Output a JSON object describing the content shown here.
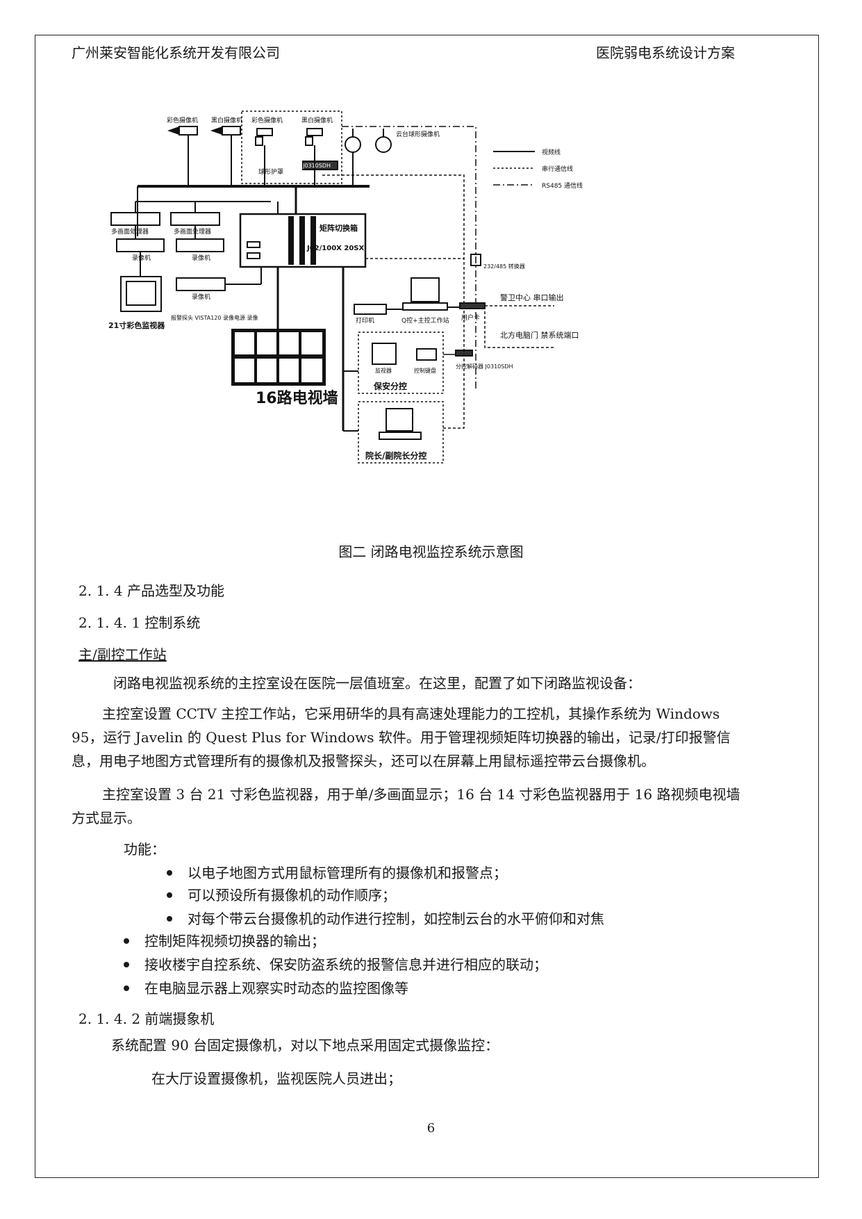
{
  "header": {
    "company": "广州莱安智能化系统开发有限公司",
    "doc_title": "医院弱电系统设计方案"
  },
  "figure": {
    "caption": "图二   闭路电视监控系统示意图",
    "labels": {
      "cam1": "彩色摄像机",
      "cam2": "黑白摄像机",
      "cam3": "彩色摄像机",
      "cam4": "黑白摄像机",
      "ptz_cam": "云台球形摄像机",
      "dome_group": "球形护罩",
      "decoder": "J0310SDH",
      "legend_video": "视频线",
      "legend_serial": "串行通信线",
      "legend_rs485": "RS485 通信线",
      "multiplexer1": "多画面处理器",
      "multiplexer2": "多画面处理器",
      "vcr1": "录像机",
      "vcr2": "录像机",
      "matrix_title": "矩阵切换箱",
      "matrix_model": "J02/100X 20SX",
      "vcr3": "录像机",
      "alarm_in": "报警探头 VISTA120 录像电源 录像",
      "monitor21": "21寸彩色监视器",
      "converter": "232/485 转换器",
      "guard_center": "警卫中心 串口输出",
      "north_door": "北方电脑门 禁系统端口",
      "printer": "打印机",
      "workstation": "Q控+主控工作站",
      "user_port": "用户卡",
      "security_sub": "保安分控",
      "monitor_s": "监视器",
      "keyboard": "控制键盘",
      "decoder2": "分控解码器 J0310SDH",
      "tvwall": "16路电视墙",
      "director_sub": "院长/副院长分控"
    }
  },
  "sections": {
    "s214": "2. 1. 4   产品选型及功能",
    "s2141": "2. 1. 4. 1   控制系统",
    "sub_heading": "主/副控工作站",
    "p1": "闭路电视监视系统的主控室设在医院一层值班室。在这里，配置了如下闭路监视设备：",
    "p2": "主控室设置 CCTV 主控工作站，它采用研华的具有高速处理能力的工控机，其操作系统为 Windows 95，运行 Javelin 的 Quest Plus for Windows 软件。用于管理视频矩阵切换器的输出，记录/打印报警信息，用电子地图方式管理所有的摄像机及报警探头，还可以在屏幕上用鼠标遥控带云台摄像机。",
    "p3": "主控室设置 3 台 21 寸彩色监视器，用于单/多画面显示；16 台 14 寸彩色监视器用于 16 路视频电视墙方式显示。",
    "func_label": "功能：",
    "bullets_a": [
      "以电子地图方式用鼠标管理所有的摄像机和报警点；",
      "可以预设所有摄像机的动作顺序；",
      "对每个带云台摄像机的动作进行控制，如控制云台的水平俯仰和对焦"
    ],
    "bullets_b": [
      "控制矩阵视频切换器的输出；",
      "接收楼宇自控系统、保安防盗系统的报警信息并进行相应的联动；",
      "在电脑显示器上观察实时动态的监控图像等"
    ],
    "s2142": "2. 1. 4. 2  前端摄象机",
    "p4": "系统配置 90 台固定摄像机，对以下地点采用固定式摄像监控：",
    "p5": "在大厅设置摄像机，监视医院人员进出；"
  },
  "page_number": "6"
}
